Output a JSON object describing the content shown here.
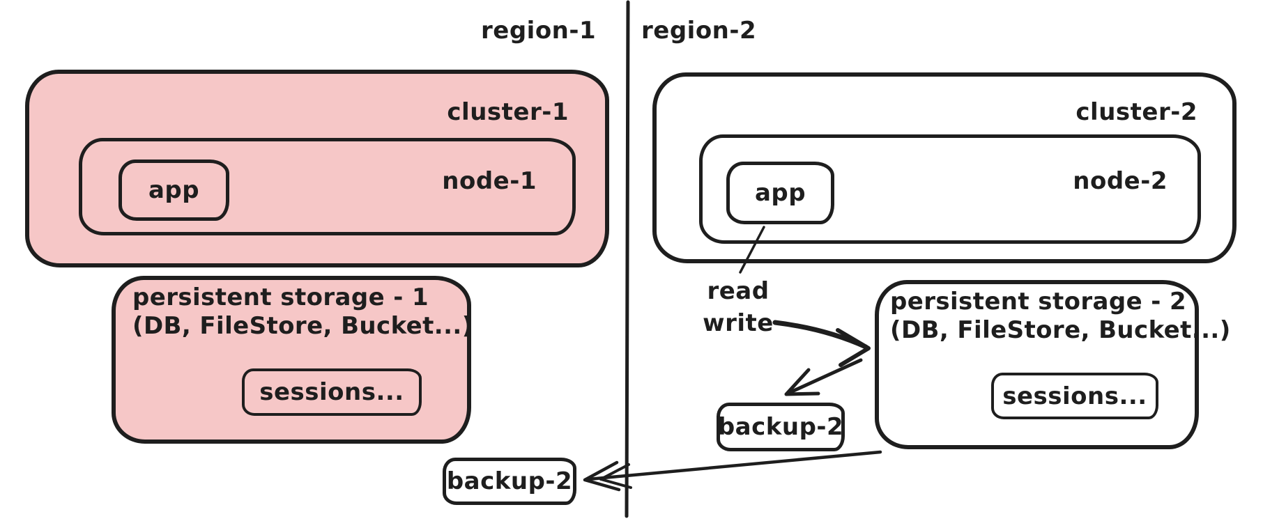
{
  "colors": {
    "stroke": "#1e1e1e",
    "pink_fill": "#f6c7c7",
    "background": "#ffffff"
  },
  "region1": {
    "label": "region-1",
    "cluster": {
      "label": "cluster-1"
    },
    "node": {
      "label": "node-1"
    },
    "app": {
      "label": "app"
    },
    "storage": {
      "title": "persistent storage - 1",
      "subtitle": "(DB, FileStore, Bucket...)",
      "sessions": "sessions..."
    },
    "backup": {
      "label": "backup-2"
    }
  },
  "region2": {
    "label": "region-2",
    "cluster": {
      "label": "cluster-2"
    },
    "node": {
      "label": "node-2"
    },
    "app": {
      "label": "app"
    },
    "storage": {
      "title": "persistent storage - 2",
      "subtitle": "(DB, FileStore, Bucket...)",
      "sessions": "sessions..."
    },
    "backup": {
      "label": "backup-2"
    },
    "annotations": {
      "read": "read",
      "write": "write"
    }
  }
}
